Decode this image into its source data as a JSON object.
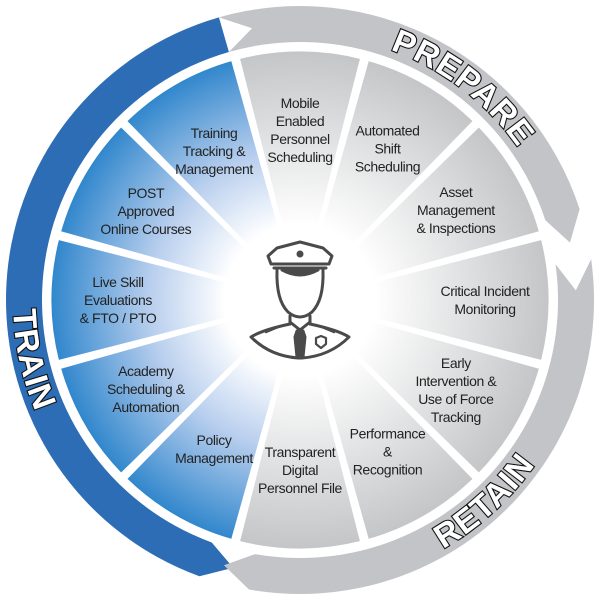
{
  "phases": {
    "train": "TRAIN",
    "prepare": "PREPARE",
    "retain": "RETAIN"
  },
  "center_icon": "police-officer-icon",
  "colors": {
    "train_blue": "#2c6db5",
    "segment_blue": "#2f86cc",
    "ring_gray": "#c4c5c8",
    "segment_gray": "#c8c9cb",
    "icon_stroke": "#4a4a4a"
  },
  "segments": [
    {
      "lines": [
        "Mobile",
        "Enabled",
        "Personnel",
        "Scheduling"
      ],
      "group": "prepare"
    },
    {
      "lines": [
        "Automated",
        "Shift",
        "Scheduling"
      ],
      "group": "prepare"
    },
    {
      "lines": [
        "Asset",
        "Management",
        "& Inspections"
      ],
      "group": "prepare"
    },
    {
      "lines": [
        "Critical Incident",
        "Monitoring"
      ],
      "group": "retain"
    },
    {
      "lines": [
        "Early",
        "Intervention &",
        "Use of Force",
        "Tracking"
      ],
      "group": "retain"
    },
    {
      "lines": [
        "Performance",
        "&",
        "Recognition"
      ],
      "group": "retain"
    },
    {
      "lines": [
        "Transparent",
        "Digital",
        "Personnel File"
      ],
      "group": "retain"
    },
    {
      "lines": [
        "Policy",
        "Management"
      ],
      "group": "train"
    },
    {
      "lines": [
        "Academy",
        "Scheduling &",
        "Automation"
      ],
      "group": "train"
    },
    {
      "lines": [
        "Live Skill",
        "Evaluations",
        "& FTO / PTO"
      ],
      "group": "train"
    },
    {
      "lines": [
        "POST",
        "Approved",
        "Online Courses"
      ],
      "group": "train"
    },
    {
      "lines": [
        "Training",
        "Tracking &",
        "Management"
      ],
      "group": "train"
    }
  ]
}
